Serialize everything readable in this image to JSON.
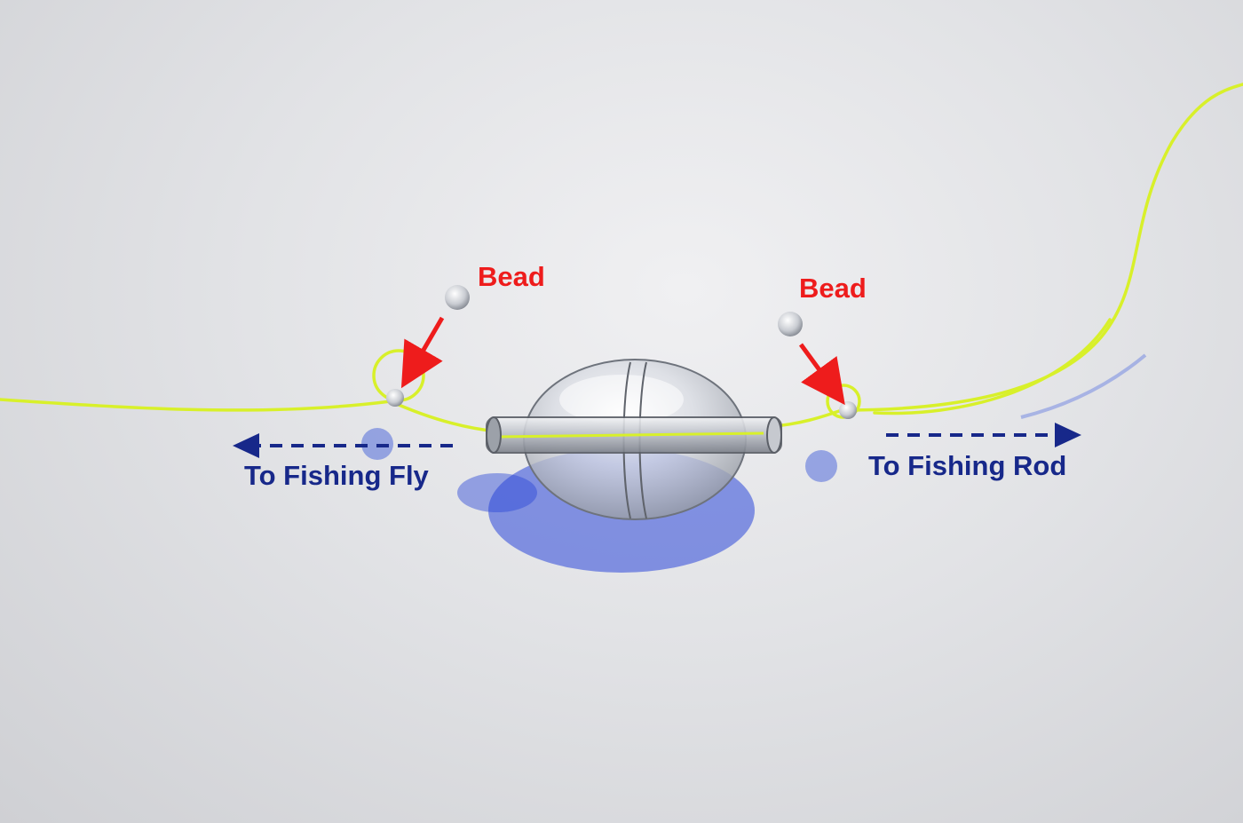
{
  "image": {
    "subject": "bubble-float-rig",
    "colors": {
      "background": "#e2e3e6",
      "line": "#d8f02a",
      "annotation_red": "#ee1c1c",
      "annotation_blue": "#17288a"
    }
  },
  "annotations": {
    "bead_left": "Bead",
    "bead_right": "Bead",
    "to_fly": "To Fishing Fly",
    "to_rod": "To Fishing Rod"
  }
}
